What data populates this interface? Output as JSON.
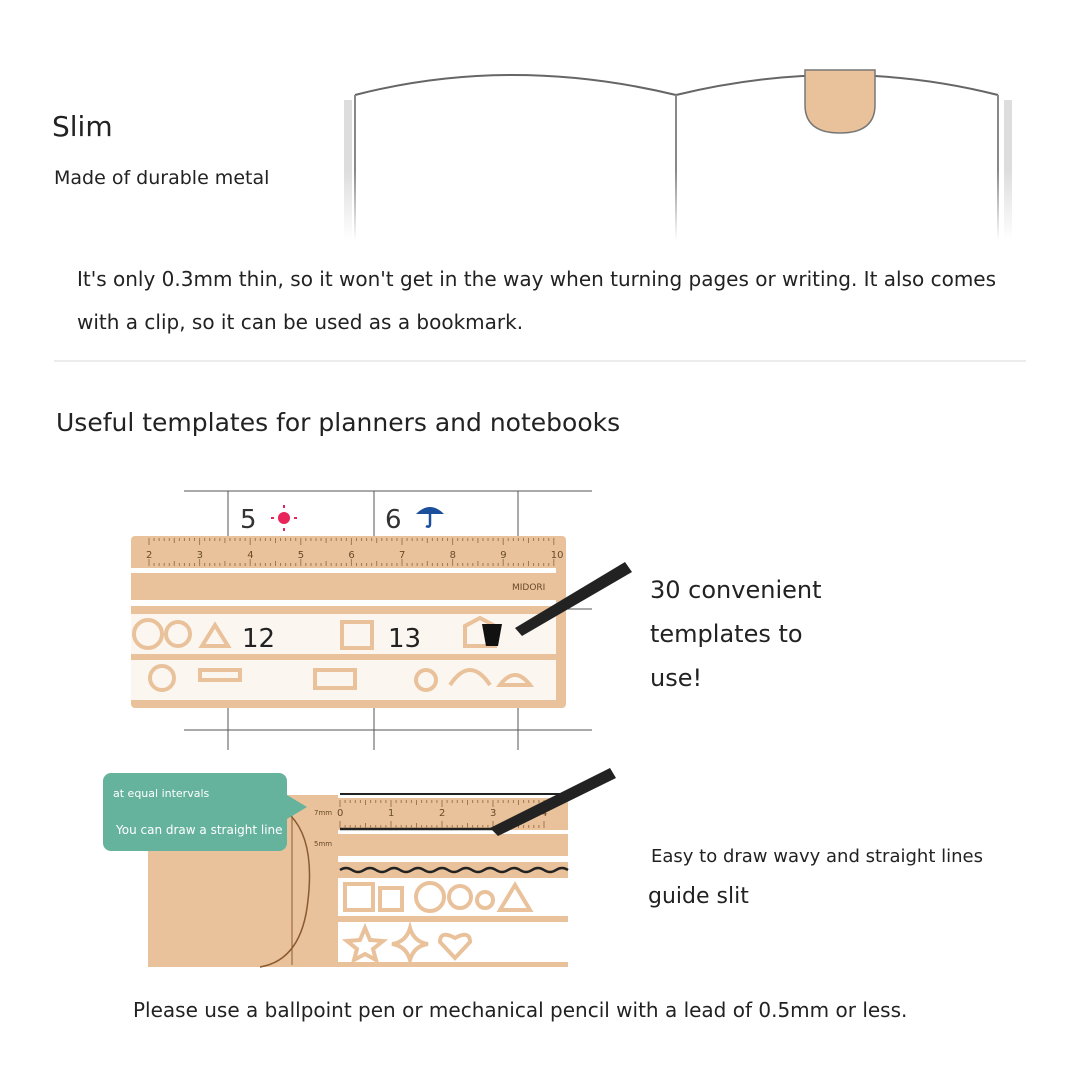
{
  "slim": {
    "title": "Slim",
    "subtitle": "Made of durable metal",
    "description": "It's only 0.3mm thin, so it won't get in the way when turning pages or writing. It also comes with a clip, so it can be used as a bookmark."
  },
  "templates": {
    "heading": "Useful templates for planners and notebooks",
    "callout": "30 convenient templates to use!",
    "calendar_days": [
      "5",
      "6",
      "12",
      "13"
    ],
    "ruler_numbers": [
      "2",
      "3",
      "4",
      "5",
      "6",
      "7",
      "8",
      "9",
      "10"
    ],
    "brand": "MIDORI"
  },
  "guide": {
    "bubble_line1": "at equal intervals",
    "bubble_line2": "You can draw a straight line",
    "label_7mm": "7mm",
    "label_5mm": "5mm",
    "ruler_numbers": [
      "0",
      "1",
      "2",
      "3",
      "4"
    ],
    "wavy_text": "Easy to draw wavy and straight lines",
    "slit_text": "guide slit"
  },
  "note": "Please use a ballpoint pen or mechanical pencil with a lead of 0.5mm or less.",
  "colors": {
    "metal": "#e9c29b",
    "bubble": "#66b39d",
    "sun": "#e8245a",
    "umbrella": "#1b4f9c"
  }
}
